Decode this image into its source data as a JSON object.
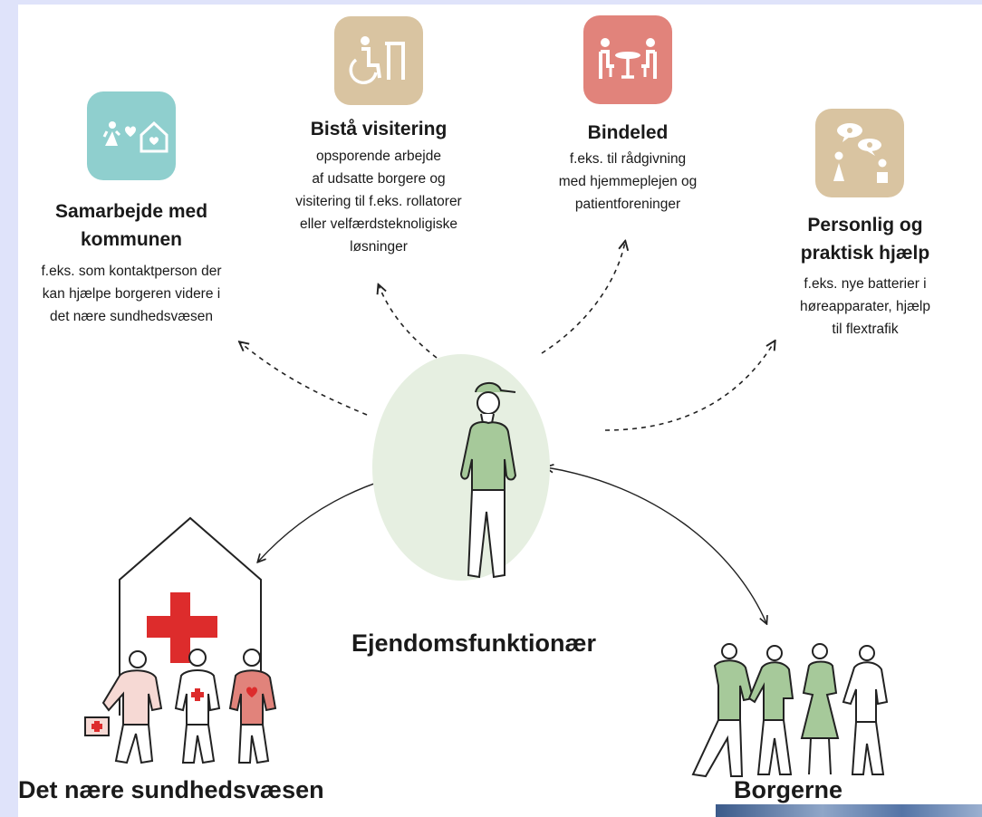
{
  "colors": {
    "teal": "#8fcfce",
    "sand": "#d9c4a1",
    "coral": "#e1837b",
    "green_light": "#e6efe1",
    "green_figure": "#a6c99a",
    "red_cross": "#dd2c2c",
    "pink_shirt": "#f6d9d4",
    "page_bg": "#dfe3fa"
  },
  "cards": [
    {
      "id": "samarbejde",
      "icon": "family-home-icon",
      "title": "Samarbejde med\nkommunen",
      "description": "f.eks. som kontaktperson der\nkan hjælpe borgeren videre i\ndet nære sundhedsvæsen"
    },
    {
      "id": "visitering",
      "icon": "wheelchair-door-icon",
      "title": "Bistå visitering",
      "description": "opsporende arbejde\naf udsatte borgere og\nvisitering til f.eks. rollatorer\neller velfærdsteknoligiske\nløsninger"
    },
    {
      "id": "bindeled",
      "icon": "table-meeting-icon",
      "title": "Bindeled",
      "description": "f.eks. til rådgivning\nmed hjemmeplejen og\npatientforeninger"
    },
    {
      "id": "personlig",
      "icon": "conversation-icon",
      "title": "Personlig og\npraktisk hjælp",
      "description": "f.eks. nye batterier i\nhøreapparater, hjælp\ntil flextrafik"
    }
  ],
  "center": {
    "label": "Ejendomsfunktionær"
  },
  "bottom_left": {
    "label": "Det nære sundhedsvæsen"
  },
  "bottom_right": {
    "label": "Borgerne"
  }
}
